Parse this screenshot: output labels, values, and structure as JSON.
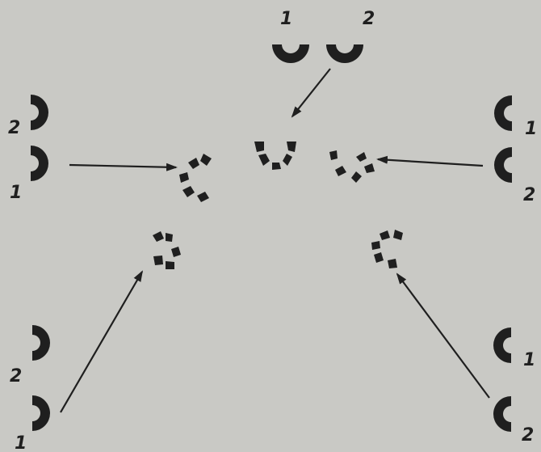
{
  "colors": {
    "background": "#c9c9c5",
    "ink": "#1f1f1f"
  },
  "groups": [
    {
      "id": "top",
      "labels": [
        "1",
        "2"
      ],
      "shape": "cup-opening-up"
    },
    {
      "id": "left-upper",
      "labels": [
        "2",
        "1"
      ],
      "shape": "cup-opening-left"
    },
    {
      "id": "right-upper",
      "labels": [
        "1",
        "2"
      ],
      "shape": "cup-opening-right"
    },
    {
      "id": "left-lower",
      "labels": [
        "2",
        "1"
      ],
      "shape": "cup-opening-left"
    },
    {
      "id": "right-lower",
      "labels": [
        "1",
        "2"
      ],
      "shape": "cup-opening-right"
    }
  ],
  "segmented_figures": [
    "top-center",
    "left-center",
    "right-center",
    "lower-left",
    "lower-right"
  ]
}
